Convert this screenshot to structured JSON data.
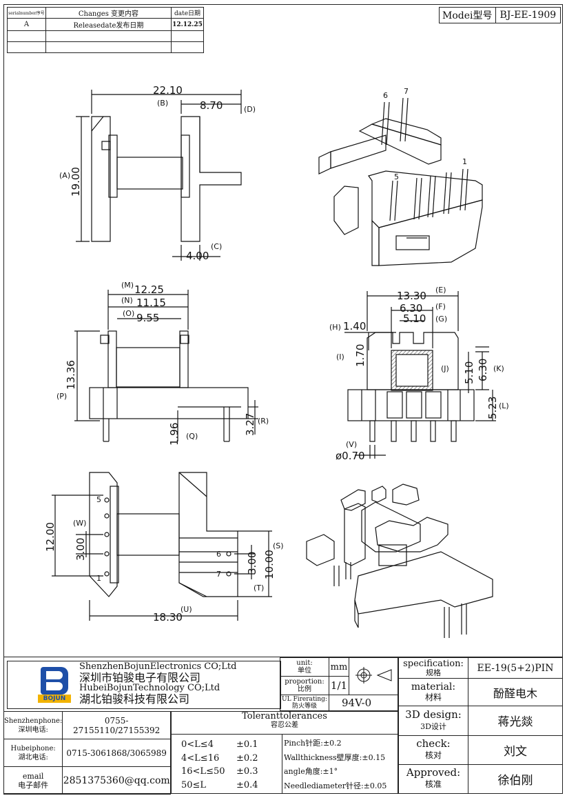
{
  "revision": {
    "headers": {
      "serial": "serialnumber序号",
      "changes": "Changes 变更内容",
      "date": "date日期"
    },
    "rows": [
      {
        "serial": "A",
        "changes": "Releasedate发布日期",
        "date": "12.12.25"
      }
    ]
  },
  "model": {
    "label": "Modei型号",
    "value": "BJ-EE-1909"
  },
  "views": {
    "side": {
      "dims": {
        "d1": "22.10",
        "d2": "8.70",
        "d3": "19.00",
        "d4": "4.00"
      },
      "tags": {
        "a": "(A)",
        "b": "(B)",
        "c": "(C)",
        "d": "(D)"
      }
    },
    "iso_top": {
      "pins": {
        "p6": "6",
        "p7": "7",
        "p5": "5",
        "p1": "1"
      }
    },
    "front": {
      "dims": {
        "d1": "12.25",
        "d2": "11.15",
        "d3": "9.55",
        "d4": "13.36",
        "d5": "1.96",
        "d6": "3.27"
      },
      "tags": {
        "m": "(M)",
        "n": "(N)",
        "o": "(O)",
        "p": "(P)",
        "q": "(Q)",
        "r": "(R)"
      }
    },
    "end": {
      "dims": {
        "d1": "13.30",
        "d2": "6.30",
        "d3": "5.10",
        "d4": "1.40",
        "d5": "1.70",
        "d6": "5.10",
        "d7": "6.30",
        "d8": "5.23",
        "d9": "ø0.70"
      },
      "tags": {
        "e": "(E)",
        "f": "(F)",
        "g": "(G)",
        "h": "(H)",
        "i": "(I)",
        "j": "(J)",
        "k": "(K)",
        "l": "(L)",
        "v": "(V)"
      }
    },
    "bottom": {
      "dims": {
        "d1": "12.00",
        "d2": "3.00",
        "d3": "18.30",
        "d4": "3.00",
        "d5": "10.00"
      },
      "tags": {
        "w": "(W)",
        "u": "(U)",
        "s": "(S)",
        "t": "(T)"
      },
      "pins": {
        "p5": "5",
        "p1": "1",
        "p6": "6",
        "p7": "7"
      }
    }
  },
  "titleblock": {
    "company": {
      "logo_text": "BOJUN",
      "en1": "ShenzhenBojunElectronics CO;Ltd",
      "cn1": "深圳市铂骏电子有限公司",
      "en2": "HubeiBojunTechnology CO;Ltd",
      "cn2": "湖北铂骏科技有限公司"
    },
    "unit": {
      "label_en": "unit:",
      "label_cn": "单位",
      "value": "mm"
    },
    "proportion": {
      "label_en": "proportion:",
      "label_cn": "比例",
      "value": "1/1"
    },
    "fire": {
      "label_en": "UL Firerating:",
      "label_cn": "防火等级",
      "value": "94V-0"
    },
    "spec": {
      "label_en": "specification:",
      "label_cn": "规格",
      "value": "EE-19(5+2)PIN"
    },
    "material": {
      "label_en": "material:",
      "label_cn": "材料",
      "value": "酚醛电木"
    },
    "design": {
      "label_en": "3D design:",
      "label_cn": "3D设计",
      "value": "蒋光燚"
    },
    "check": {
      "label_en": "check:",
      "label_cn": "核对",
      "value": "刘文"
    },
    "approved": {
      "label_en": "Approved:",
      "label_cn": "核准",
      "value": "徐伯刚"
    },
    "contacts": [
      {
        "label_en": "Shenzhenphone:",
        "label_cn": "深圳电话:",
        "value": "0755-27155110/27155392"
      },
      {
        "label_en": "Hubeiphone:",
        "label_cn": "湖北电话:",
        "value": "0715-3061868/3065989"
      },
      {
        "label_en": "email",
        "label_cn": "电子邮件",
        "value": "2851375360@qq.com"
      }
    ],
    "tolerance": {
      "title_en": "Toleranttolerances",
      "title_cn": "容忍公差",
      "ranges": [
        {
          "range": "0<L≤4",
          "tol": "±0.1"
        },
        {
          "range": "4<L≤16",
          "tol": "±0.2"
        },
        {
          "range": "16<L≤50",
          "tol": "±0.3"
        },
        {
          "range": "50≤L",
          "tol": "±0.4"
        }
      ],
      "notes": [
        "Pinch针距:±0.2",
        "Wallthickness壁厚度:±0.15",
        "angle角度:±1°",
        "Needlediameter针径:±0.05"
      ]
    }
  }
}
